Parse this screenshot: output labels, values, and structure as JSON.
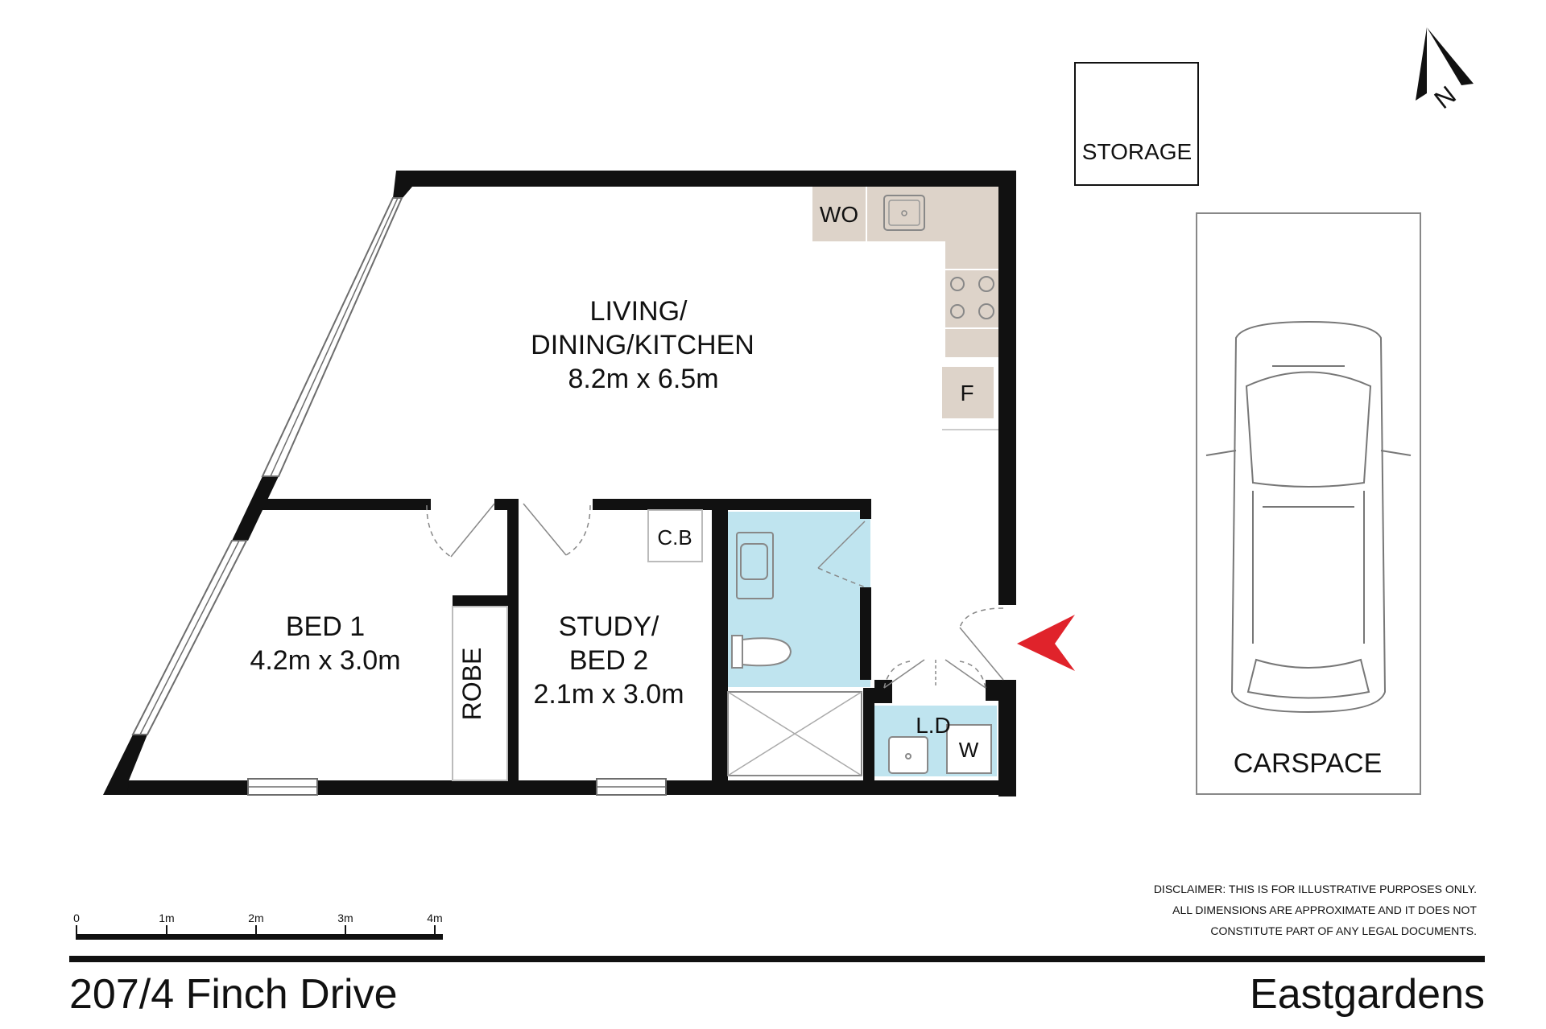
{
  "address": "207/4 Finch Drive",
  "suburb": "Eastgardens",
  "rooms": {
    "living": {
      "line1": "LIVING/",
      "line2": "DINING/KITCHEN",
      "dims": "8.2m x 6.5m"
    },
    "bed1": {
      "name": "BED 1",
      "dims": "4.2m x 3.0m"
    },
    "study": {
      "line1": "STUDY/",
      "line2": "BED 2",
      "dims": "2.1m x 3.0m"
    },
    "robe": "ROBE",
    "laundry": "L.D",
    "cupboard": "C.B",
    "wall_oven": "WO",
    "fridge": "F",
    "washer": "W",
    "storage": "STORAGE",
    "carspace": "CARSPACE"
  },
  "compass": {
    "label": "N"
  },
  "scale_bar": {
    "labels": [
      "0",
      "1m",
      "2m",
      "3m",
      "4m"
    ]
  },
  "disclaimer": {
    "line1": "DISCLAIMER: THIS IS FOR ILLUSTRATIVE PURPOSES ONLY.",
    "line2": "ALL DIMENSIONS ARE APPROXIMATE AND IT DOES NOT",
    "line3": "CONSTITUTE PART OF ANY LEGAL DOCUMENTS."
  },
  "colors": {
    "wall": "#111111",
    "kitchen_bench": "#ddd3c9",
    "wet_area": "#bfe4ef",
    "entry_arrow": "#e0232b"
  }
}
